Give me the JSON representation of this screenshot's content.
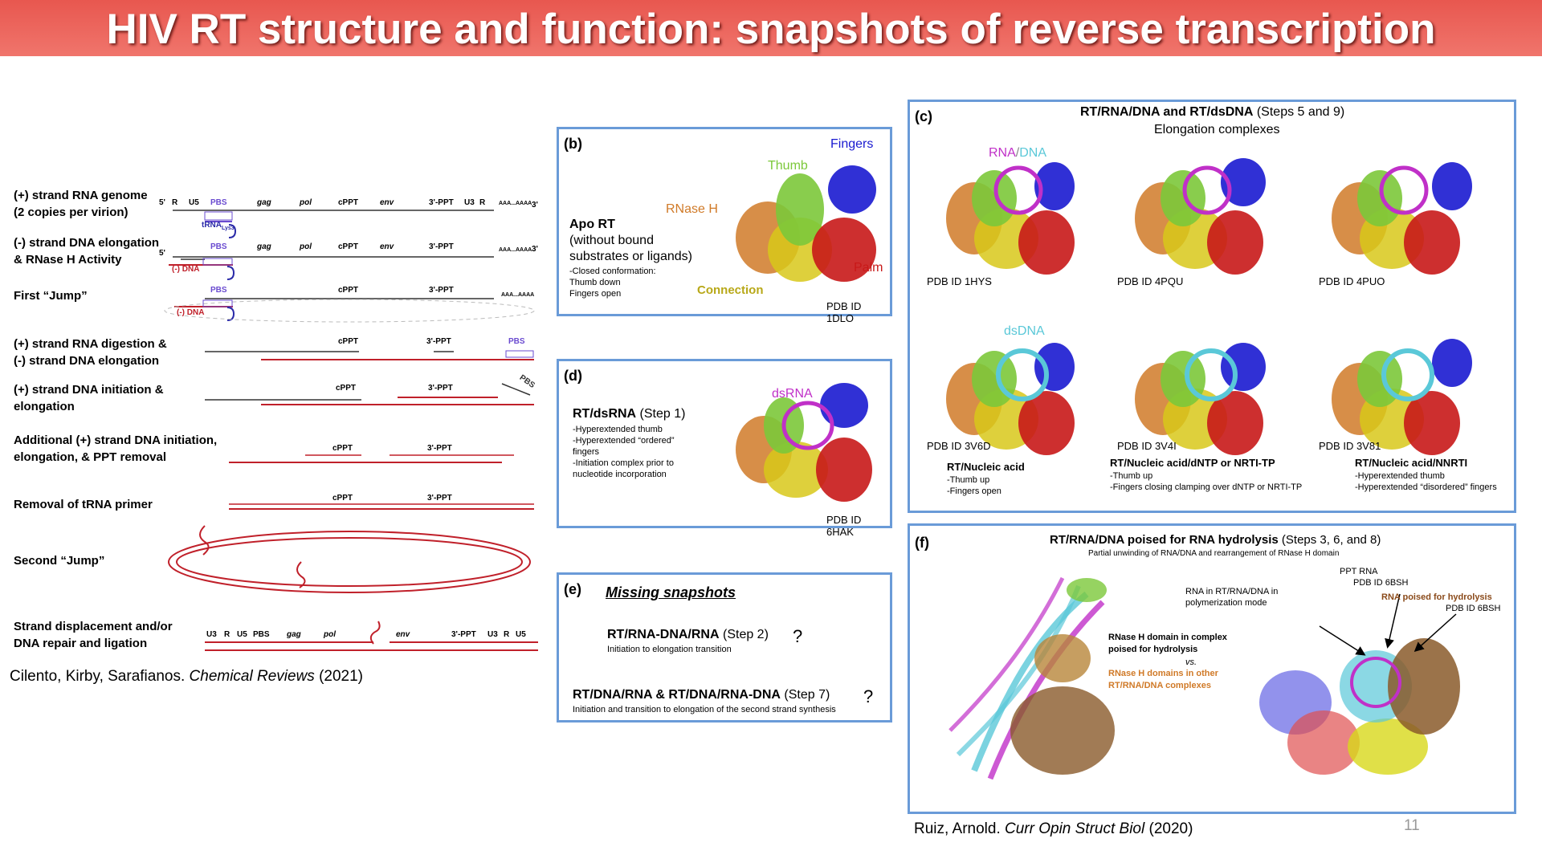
{
  "slide": {
    "title": "HIV RT structure and function: snapshots of reverse transcription",
    "page_number": "11"
  },
  "panel_a": {
    "steps": [
      "(+) strand RNA genome",
      "(2 copies per virion)",
      "(-) strand DNA elongation",
      "& RNase H Activity",
      "First “Jump”",
      "(+) strand RNA digestion &",
      "(-) strand DNA elongation",
      "(+) strand DNA initiation &",
      "elongation",
      "Additional (+) strand DNA initiation,",
      "elongation, & PPT removal",
      "Removal of tRNA primer",
      "Second “Jump”",
      "Strand displacement and/or",
      "DNA repair and ligation"
    ],
    "row1": [
      "5'",
      "R",
      "U5",
      "PBS",
      "gag",
      "pol",
      "cPPT",
      "env",
      "3'-PPT",
      "U3",
      "R",
      "AAA...AAAA",
      "3'",
      "tRNA",
      "Lys3"
    ],
    "row2": [
      "5'",
      "PBS",
      "gag",
      "pol",
      "cPPT",
      "env",
      "3'-PPT",
      "AAA...AAAA",
      "3'",
      "(-) DNA"
    ],
    "row3": [
      "PBS",
      "cPPT",
      "3'-PPT",
      "AAA...AAAA",
      "(-) DNA"
    ],
    "row4": [
      "cPPT",
      "3'-PPT",
      "PBS"
    ],
    "row5": [
      "cPPT",
      "3'-PPT",
      "PBS"
    ],
    "row6": [
      "cPPT",
      "3'-PPT"
    ],
    "row7": [
      "cPPT",
      "3'-PPT"
    ],
    "row9": [
      "U3",
      "R",
      "U5",
      "PBS",
      "gag",
      "pol",
      "env",
      "3'-PPT",
      "U3",
      "R",
      "U5"
    ],
    "citation_authors": "Cilento, Kirby, Sarafianos. ",
    "citation_journal": "Chemical Reviews",
    "citation_year": " (2021)"
  },
  "panel_b": {
    "letter": "(b)",
    "title": "Apo RT",
    "sub1": "(without bound",
    "sub2": "substrates or ligands)",
    "notes": [
      "-Closed conformation:",
      "Thumb down",
      "Fingers open"
    ],
    "domains": {
      "fingers": "Fingers",
      "thumb": "Thumb",
      "rnaseh": "RNase H",
      "palm": "Palm",
      "connection": "Connection"
    },
    "pdb": "PDB ID 1DLO"
  },
  "panel_c": {
    "letter": "(c)",
    "title_bold": "RT/RNA/DNA and RT/dsDNA",
    "title_rest": " (Steps 5 and 9)",
    "subtitle": "Elongation complexes",
    "rna_label": "RNA",
    "slash": "/",
    "dna_label": "DNA",
    "dsdna_label": "dsDNA",
    "pdbs": [
      "PDB ID 1HYS",
      "PDB ID 4PQU",
      "PDB ID 4PUO",
      "PDB ID 3V6D",
      "PDB ID 3V4I",
      "PDB ID 3V81"
    ],
    "captions": [
      {
        "title": "RT/Nucleic acid",
        "lines": [
          "-Thumb up",
          "-Fingers open"
        ]
      },
      {
        "title": "RT/Nucleic acid/dNTP or NRTI-TP",
        "lines": [
          "-Thumb up",
          "-Fingers closing clamping over dNTP or NRTI-TP"
        ]
      },
      {
        "title": "RT/Nucleic acid/NNRTI",
        "lines": [
          "-Hyperextended thumb",
          "-Hyperextended “disordered” fingers"
        ]
      }
    ]
  },
  "panel_d": {
    "letter": "(d)",
    "title_bold": "RT/dsRNA",
    "title_rest": " (Step 1)",
    "notes": [
      "-Hyperextended thumb",
      "-Hyperextended “ordered”",
      "fingers",
      "-Initiation complex prior to",
      "nucleotide incorporation"
    ],
    "dsrna_label": "dsRNA",
    "pdb": "PDB ID 6HAK"
  },
  "panel_e": {
    "letter": "(e)",
    "heading": "Missing snapshots",
    "item1_bold": "RT/RNA-DNA/RNA",
    "item1_rest": " (Step 2)",
    "item1_sub": "Initiation to elongation transition",
    "item2_bold": "RT/DNA/RNA & RT/DNA/RNA-DNA",
    "item2_rest": " (Step 7)",
    "item2_sub": "Initiation and transition to elongation of the second strand synthesis",
    "q": "?"
  },
  "panel_f": {
    "letter": "(f)",
    "title_bold": "RT/RNA/DNA poised for RNA hydrolysis",
    "title_rest": " (Steps 3, 6, and 8)",
    "subtitle": "Partial unwinding of RNA/DNA and rearrangement of RNase H domain",
    "ann_ppt1": "PPT RNA",
    "ann_ppt2": "PDB ID 6BSH",
    "ann_rna1": "RNA in RT/RNA/DNA in",
    "ann_rna2": "polymerization mode",
    "ann_poised1": "RNA poised for hydrolysis",
    "ann_poised2": "PDB ID 6BSH",
    "ann_c1": "RNase H domain in complex",
    "ann_c2": "poised for hydrolysis",
    "ann_vs": "vs.",
    "ann_o1": "RNase H domains in other",
    "ann_o2": "RT/RNA/DNA complexes",
    "citation_authors": "Ruiz, Arnold. ",
    "citation_journal": "Curr Opin Struct Biol",
    "citation_year": " (2020)"
  },
  "colors": {
    "title_bg": "#e8574f",
    "box_border": "#6a9bd8",
    "dna_red": "#c0202a",
    "rna_blue": "#2a2aa8",
    "pbs_purple": "#6a4bd0",
    "fingers_blue": "#1a1ad0",
    "thumb_green": "#7cc83a",
    "palm_red": "#c81818",
    "rnaseh_orange": "#d07a28",
    "connection_yellow": "#d8c81a",
    "dna_cyan": "#5ac8d8",
    "rna_magenta": "#c030c8"
  }
}
